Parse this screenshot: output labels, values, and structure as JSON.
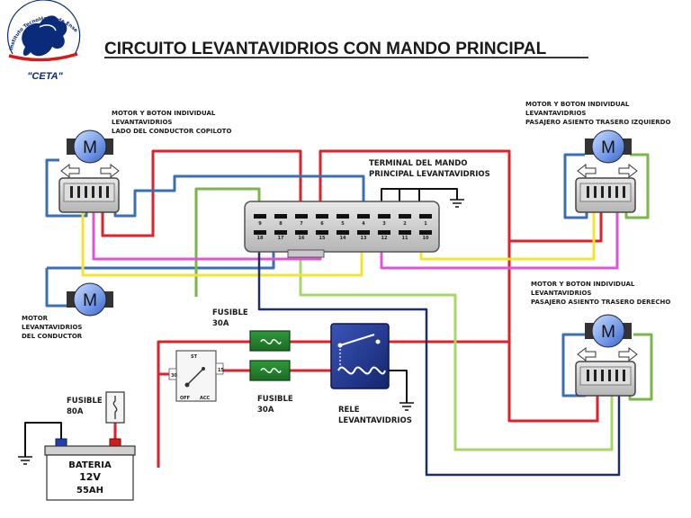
{
  "title": "CIRCUITO LEVANTAVIDRIOS CON MANDO PRINCIPAL",
  "logo": {
    "name": "\"CETA\"",
    "arc_text": "Instituto Tecnológico de Enseñanza Automotriz",
    "colors": {
      "blue": "#0a2a7a",
      "red": "#d21c1c"
    }
  },
  "labels": {
    "copilot": [
      "MOTOR Y BOTON INDIVIDUAL",
      "LEVANTAVIDRIOS",
      "LADO DEL CONDUCTOR COPILOTO"
    ],
    "rear_left": [
      "MOTOR Y BOTON INDIVIDUAL",
      "LEVANTAVIDRIOS",
      "PASAJERO ASIENTO TRASERO IZQUIERDO"
    ],
    "rear_right": [
      "MOTOR Y BOTON INDIVIDUAL",
      "LEVANTAVIDRIOS",
      "PASAJERO ASIENTO TRASERO DERECHO"
    ],
    "driver_motor": [
      "MOTOR",
      "LEVANTAVIDRIOS",
      "DEL CONDUCTOR"
    ],
    "main_switch": [
      "TERMINAL DEL MANDO",
      "PRINCIPAL LEVANTAVIDRIOS"
    ],
    "fuse_top": [
      "FUSIBLE",
      "30A"
    ],
    "fuse_bottom": [
      "FUSIBLE",
      "30A"
    ],
    "fuse_main": [
      "FUSIBLE",
      "80A"
    ],
    "relay": [
      "RELE",
      "LEVANTAVIDRIOS"
    ],
    "battery": {
      "name": "BATERIA",
      "voltage": "12V",
      "capacity": "55AH"
    },
    "ignition": {
      "top": "ST",
      "side_in": "30",
      "side_out": "15",
      "off": "OFF",
      "acc": "ACC"
    }
  },
  "connector_pins": {
    "top_row": [
      "9",
      "8",
      "7",
      "6",
      "5",
      "4",
      "3",
      "2",
      "1"
    ],
    "bottom_row": [
      "18",
      "17",
      "16",
      "15",
      "14",
      "13",
      "12",
      "11",
      "10"
    ]
  },
  "motor_symbol": "M",
  "wire_colors": {
    "red": "#e0202a",
    "blue": "#3a6fb8",
    "green": "#7ab648",
    "yellow": "#f2e532",
    "magenta": "#e055d6",
    "navy": "#1b2f6e",
    "black": "#111111",
    "light_green": "#a6d66a"
  }
}
